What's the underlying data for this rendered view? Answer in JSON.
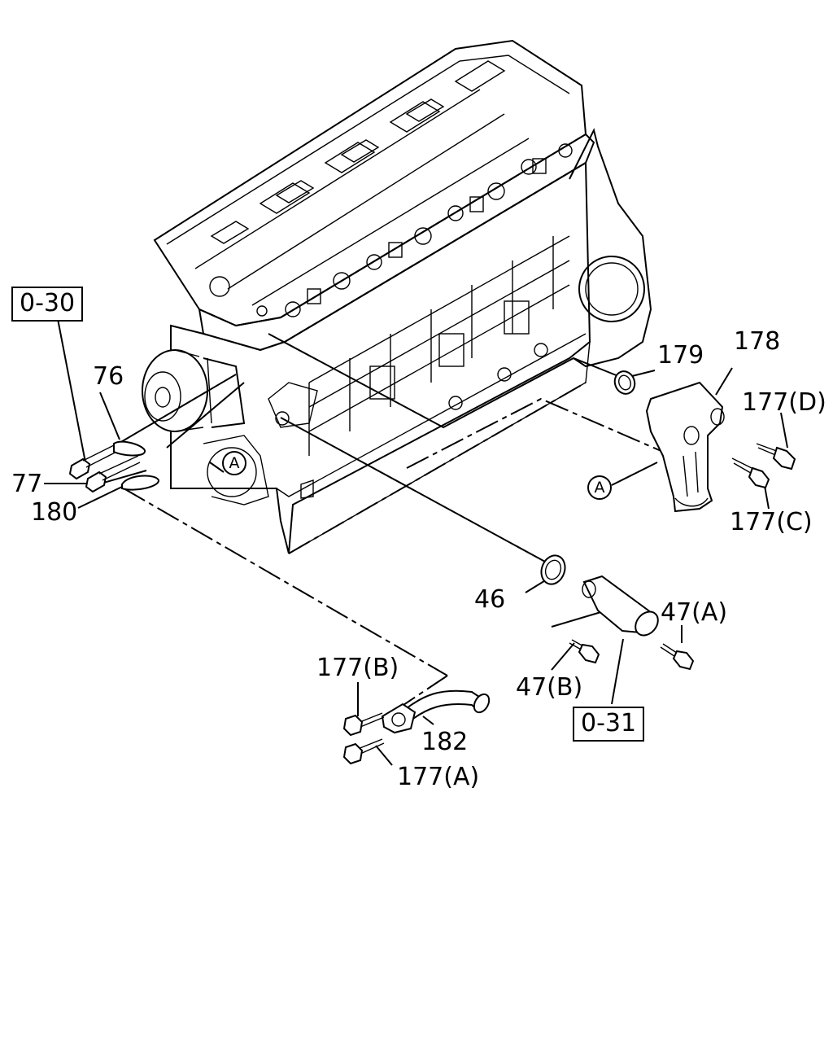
{
  "diagram": {
    "refs": {
      "ref_0_30": "0-30",
      "ref_0_31": "0-31"
    },
    "callouts": {
      "c76": "76",
      "c77": "77",
      "c180": "180",
      "c179": "179",
      "c178": "178",
      "c177d": "177(D)",
      "c177c": "177(C)",
      "c46": "46",
      "c47a": "47(A)",
      "c47b": "47(B)",
      "c177b": "177(B)",
      "c182": "182",
      "c177a": "177(A)"
    },
    "markers": {
      "marker_a_left": "A",
      "marker_a_right": "A"
    }
  }
}
